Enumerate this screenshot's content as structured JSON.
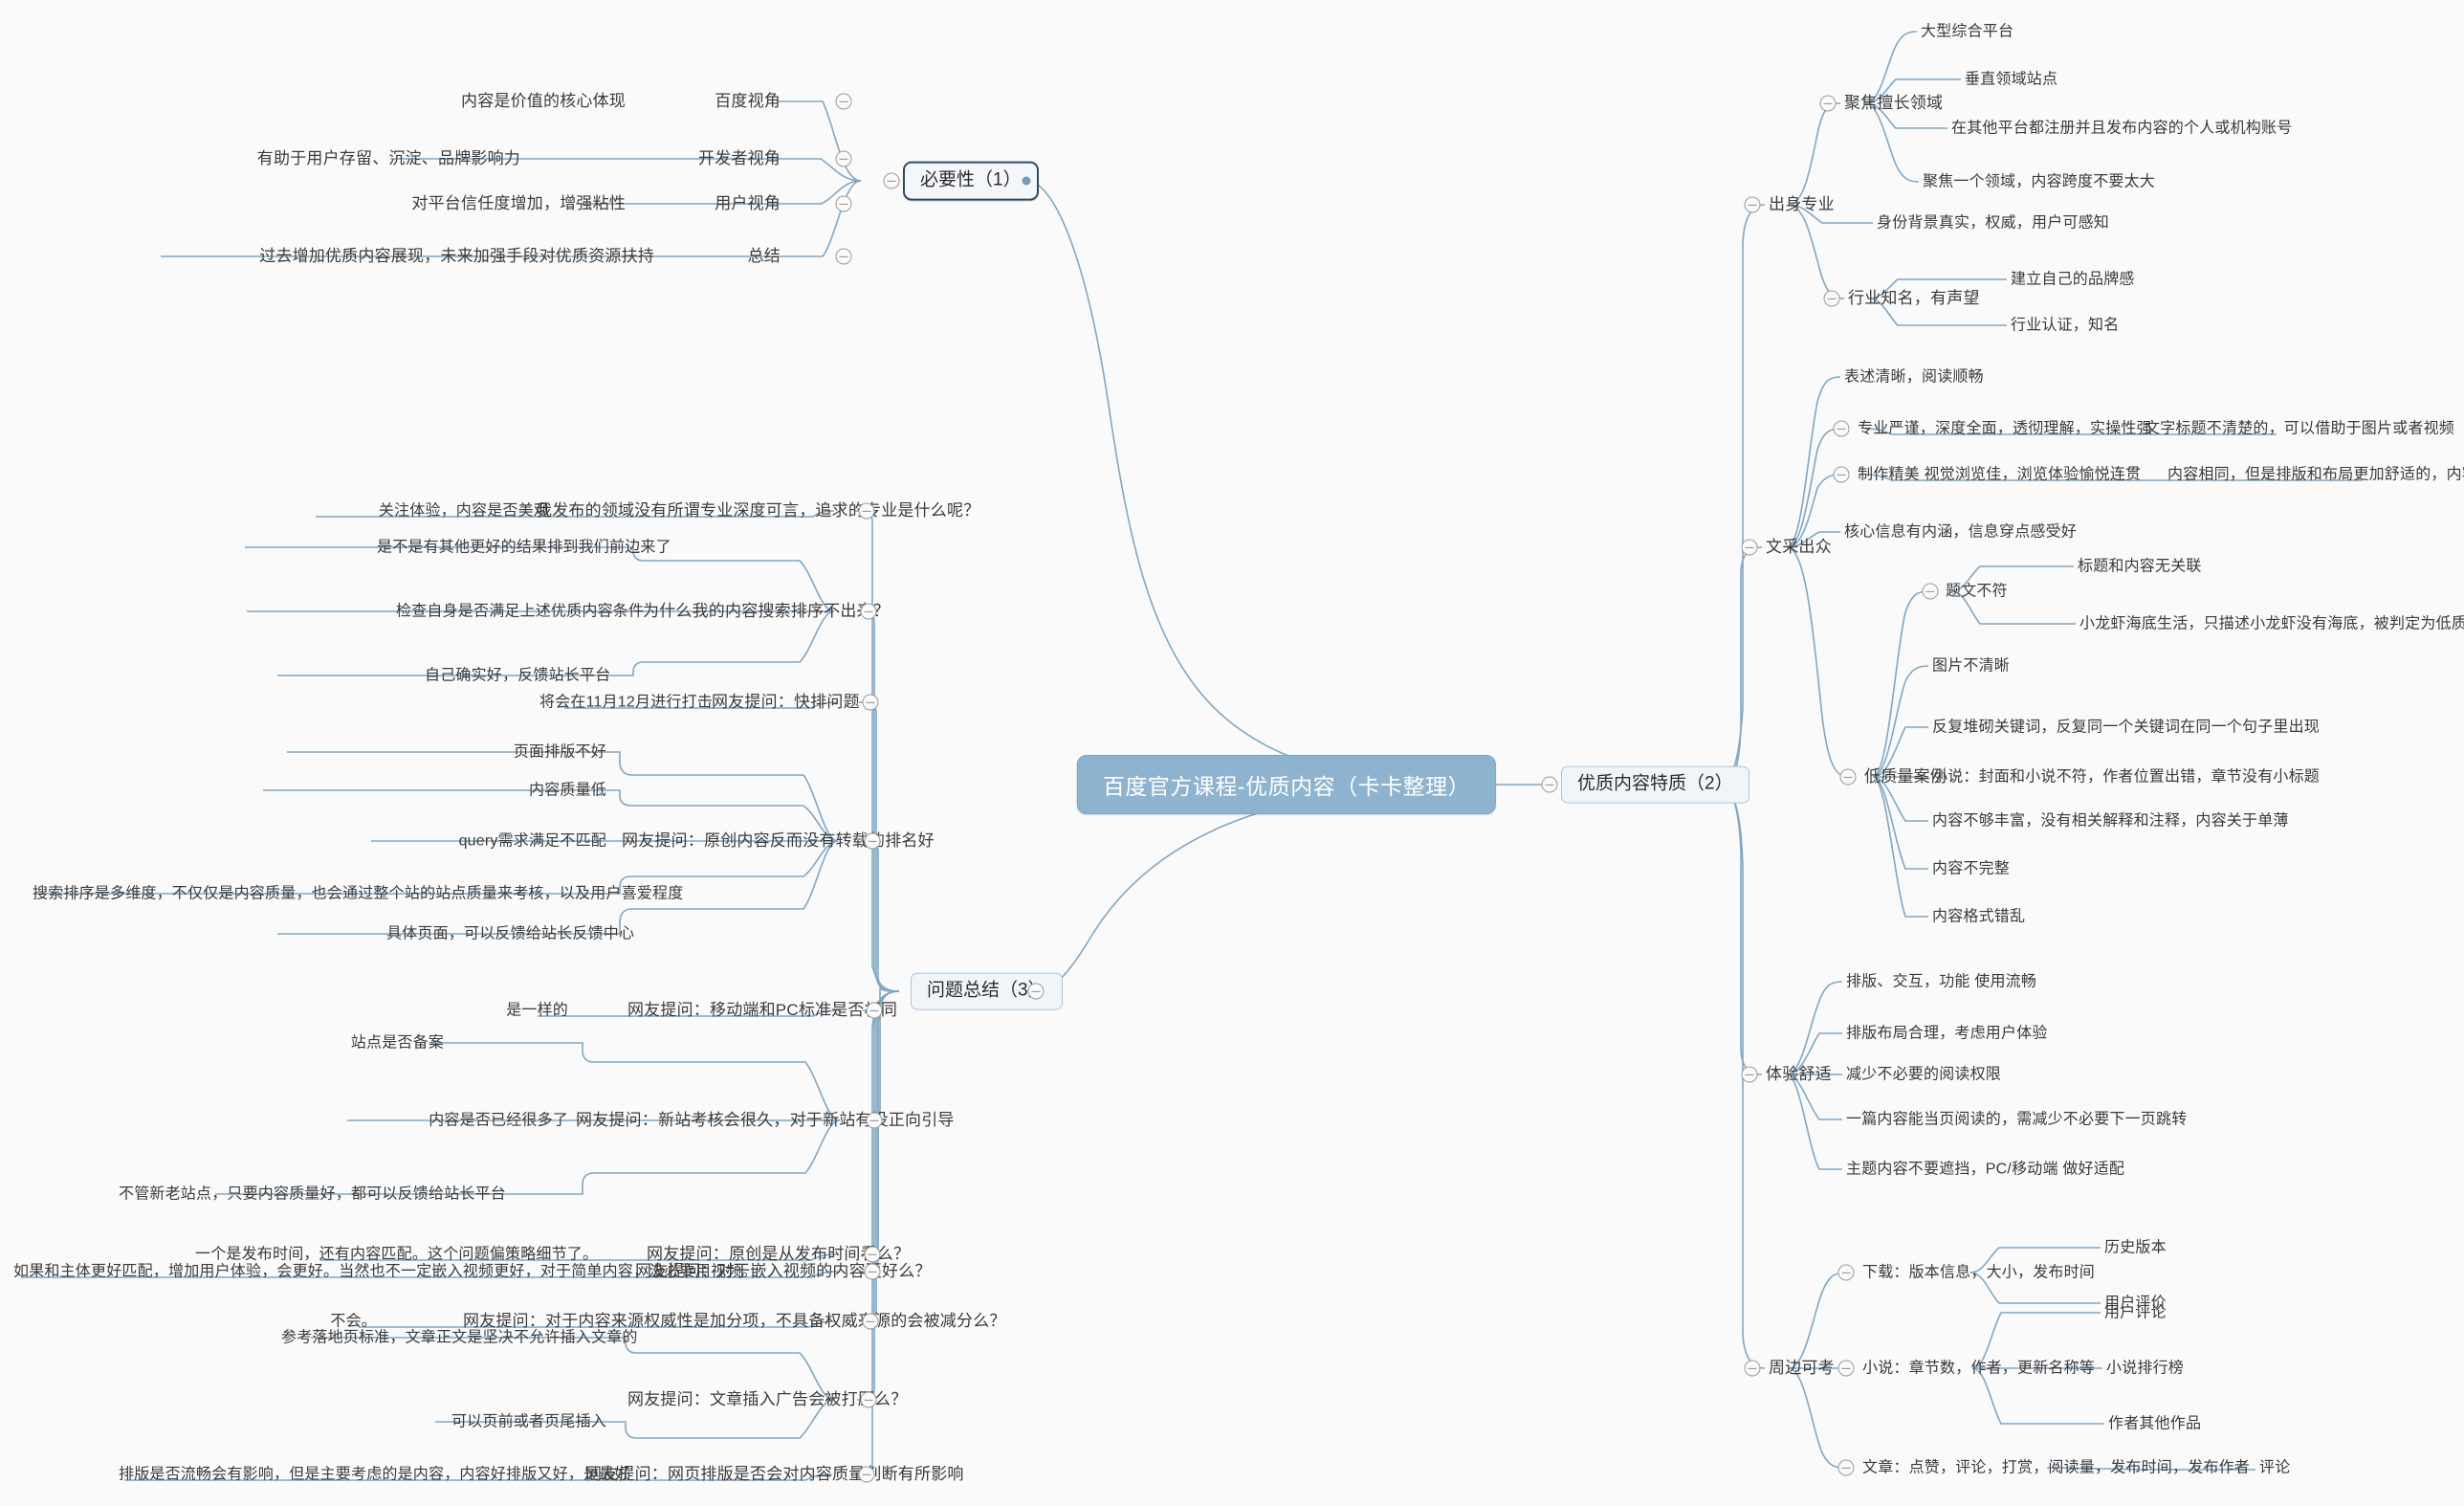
{
  "title": "百度官方课程-优质内容（卡卡整理）",
  "root": {
    "label": "百度官方课程-优质内容（卡卡整理）"
  },
  "branches": {
    "necessity": {
      "label": "必要性（1）",
      "children": [
        {
          "label": "百度视角",
          "detail": "内容是价值的核心体现"
        },
        {
          "label": "开发者视角",
          "detail": "有助于用户存留、沉淀、品牌影响力"
        },
        {
          "label": "用户视角",
          "detail": "对平台信任度增加，增强粘性"
        },
        {
          "label": "总结",
          "detail": "过去增加优质内容展现，未来加强手段对优质资源扶持"
        }
      ]
    },
    "questions": {
      "label": "问题总结（3）",
      "children": [
        {
          "label": "我发布的领域没有所谓专业深度可言，追求的专业是什么呢？",
          "details": [
            "关注体验，内容是否美观"
          ]
        },
        {
          "label": "为什么我的内容搜索排序不出来？",
          "details": [
            "是不是有其他更好的结果排到我们前边来了",
            "检查自身是否满足上述优质内容条件",
            "自己确实好，反馈站长平台"
          ]
        },
        {
          "label": "网友提问：快排问题",
          "details": [
            "将会在11月12月进行打击"
          ]
        },
        {
          "label": "网友提问：原创内容反而没有转载的排名好",
          "details": [
            "页面排版不好",
            "内容质量低",
            "query需求满足不匹配",
            "搜索排序是多维度，不仅仅是内容质量，也会通过整个站的站点质量来考核，以及用户喜爱程度",
            "具体页面，可以反馈给站长反馈中心"
          ]
        },
        {
          "label": "网友提问：移动端和PC标准是否相同",
          "details": [
            "是一样的"
          ]
        },
        {
          "label": "网友提问：新站考核会很久，对于新站有没正向引导",
          "details": [
            "站点是否备案",
            "内容是否已经很多了",
            "不管新老站点，只要内容质量好，都可以反馈给站长平台"
          ]
        },
        {
          "label": "网友提问：原创是从发布时间看么？",
          "details": [
            "一个是发布时间，还有内容匹配。这个问题偏策略细节了。"
          ]
        },
        {
          "label": "网友提问：对于嵌入视频的内容更好么？",
          "details": [
            "如果和主体更好匹配，增加用户体验，会更好。当然也不一定嵌入视频更好，对于简单内容，没必要用视频。"
          ]
        },
        {
          "label": "网友提问：对于内容来源权威性是加分项，不具备权威来源的会被减分么？",
          "details": [
            "不会。"
          ]
        },
        {
          "label": "网友提问：文章插入广告会被打压么？",
          "details": [
            "参考落地页标准，文章正文是坚决不允许插入文章的",
            "可以页前或者页尾插入"
          ]
        },
        {
          "label": "网友提问：网页排版是否会对内容质量判断有所影响",
          "details": [
            "排版是否流畅会有影响，但是主要考虑的是内容，内容好排版又好，是最好"
          ]
        }
      ]
    },
    "quality": {
      "label": "优质内容特质（2）",
      "groups": [
        {
          "label": "出身专业",
          "children": [
            {
              "label": "聚焦擅长领域",
              "leaves": [
                "大型综合平台",
                "垂直领域站点",
                "在其他平台都注册并且发布内容的个人或机构账号",
                "聚焦一个领域，内容跨度不要太大"
              ]
            },
            {
              "label": "身份背景真实，权威，用户可感知",
              "leaves": []
            },
            {
              "label": "行业知名，有声望",
              "leaves": [
                "建立自己的品牌感",
                "行业认证，知名"
              ]
            }
          ]
        },
        {
          "label": "文采出众",
          "children": [
            {
              "label": "表述清晰，阅读顺畅",
              "leaves": []
            },
            {
              "label": "专业严谨，深度全面，透彻理解，实操性强",
              "leaves": [
                "文字标题不清楚的，可以借助于图片或者视频"
              ]
            },
            {
              "label": "制作精美 视觉浏览佳，浏览体验愉悦连贯",
              "leaves": [
                "内容相同，但是排版和布局更加舒适的，内容质量打分更高"
              ]
            },
            {
              "label": "核心信息有内涵，信息穿点感受好",
              "leaves": []
            },
            {
              "label": "低质量案例",
              "sub": [
                {
                  "label": "题文不符",
                  "leaves": [
                    "标题和内容无关联",
                    "小龙虾海底生活，只描述小龙虾没有海底，被判定为低质量"
                  ]
                },
                {
                  "label": "图片不清晰",
                  "leaves": []
                },
                {
                  "label": "反复堆砌关键词，反复同一个关键词在同一个句子里出现",
                  "leaves": []
                },
                {
                  "label": "小说：封面和小说不符，作者位置出错，章节没有小标题",
                  "leaves": []
                },
                {
                  "label": "内容不够丰富，没有相关解释和注释，内容关于单薄",
                  "leaves": []
                },
                {
                  "label": "内容不完整",
                  "leaves": []
                },
                {
                  "label": "内容格式错乱",
                  "leaves": []
                }
              ]
            }
          ]
        },
        {
          "label": "体验舒适",
          "children": [
            {
              "label": "排版、交互，功能 使用流畅",
              "leaves": []
            },
            {
              "label": "排版布局合理，考虑用户体验",
              "leaves": []
            },
            {
              "label": "减少不必要的阅读权限",
              "leaves": []
            },
            {
              "label": "一篇内容能当页阅读的，需减少不必要下一页跳转",
              "leaves": []
            },
            {
              "label": "主题内容不要遮挡，PC/移动端 做好适配",
              "leaves": []
            }
          ]
        },
        {
          "label": "周边可考",
          "children": [
            {
              "label": "下载：版本信息，大小，发布时间",
              "leaves": [
                "历史版本",
                "用户评价"
              ]
            },
            {
              "label": "小说：章节数，作者，更新名称等",
              "leaves": [
                "用户评论",
                "小说排行榜",
                "作者其他作品"
              ]
            },
            {
              "label": "文章：点赞，评论，打赏，阅读量，发布时间，发布作者",
              "leaves": [
                "评论"
              ]
            }
          ]
        }
      ]
    }
  },
  "colors": {
    "root_fill": "#8eb3cf",
    "branch_line": "#7ea7c6",
    "box_dark_border": "#2f4a63",
    "box_light_border": "#a9c4db",
    "background": "#fafafa"
  }
}
